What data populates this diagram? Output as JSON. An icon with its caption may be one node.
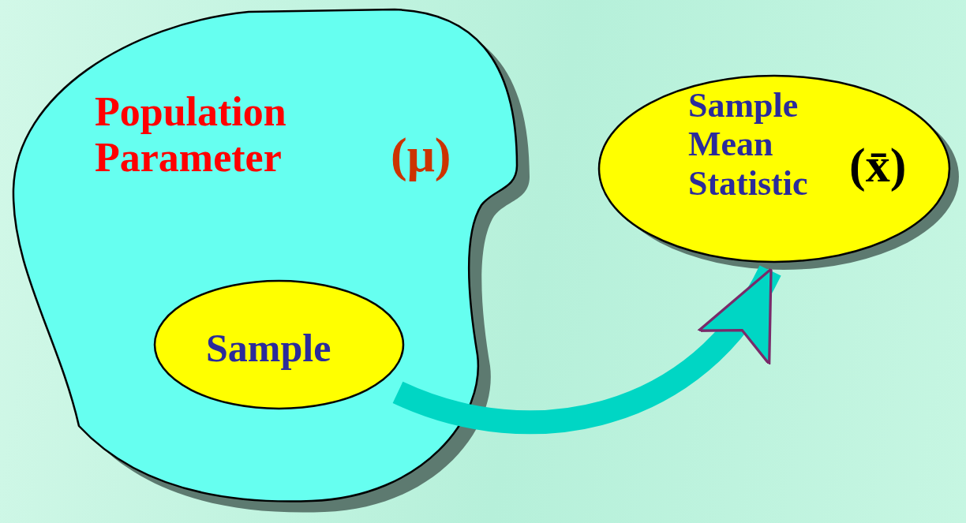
{
  "diagram": {
    "nodes": [
      {
        "text": [
          "Population Parameter",
          "(μ)"
        ]
      },
      {
        "text": [
          "Sample"
        ],
        "in": 0
      },
      {
        "text": [
          "Sample Mean Statistic",
          "(x̄)"
        ]
      }
    ],
    "edges": [
      {
        "from": 1,
        "to": 2,
        "arrow": "to"
      }
    ]
  }
}
